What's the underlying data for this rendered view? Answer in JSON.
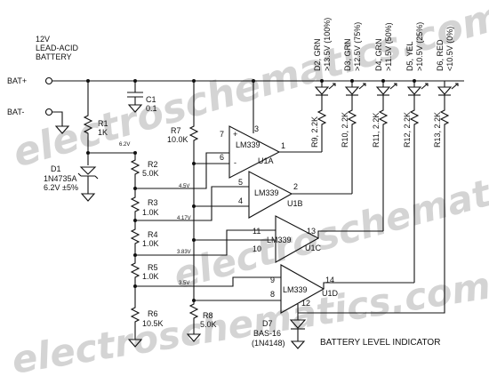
{
  "battery": {
    "line1": "12V",
    "line2": "LEAD-ACID",
    "line3": "BATTERY"
  },
  "terminals": {
    "pos": "BAT+",
    "neg": "BAT-"
  },
  "zener": {
    "ref": "D1",
    "part": "1N4735A",
    "spec": "6.2V ±5%"
  },
  "r1": {
    "ref": "R1",
    "val": "1K"
  },
  "r2": {
    "ref": "R2",
    "val": "5.0K"
  },
  "r3": {
    "ref": "R3",
    "val": "1.0K"
  },
  "r4": {
    "ref": "R4",
    "val": "1.0K"
  },
  "r5": {
    "ref": "R5",
    "val": "1.0K"
  },
  "r6": {
    "ref": "R6",
    "val": "10.5K"
  },
  "r7": {
    "ref": "R7",
    "val": "10.0K"
  },
  "r8": {
    "ref": "R8",
    "val": "5.0K"
  },
  "c1": {
    "ref": "C1",
    "val": "0.1"
  },
  "voltages": {
    "v62": "6.2V",
    "v45": "4.5V",
    "v417": "4.17V",
    "v383": "3.83V",
    "v35": "3.5V"
  },
  "opamps": [
    {
      "type": "LM339",
      "name": "U1A",
      "pin_plus": "7",
      "pin_minus": "6",
      "pin_out": "1",
      "pin_supply": "3"
    },
    {
      "type": "LM339",
      "name": "U1B",
      "pin_plus": "5",
      "pin_minus": "4",
      "pin_out": "2"
    },
    {
      "type": "LM339",
      "name": "U1C",
      "pin_plus": "11",
      "pin_minus": "10",
      "pin_out": "13"
    },
    {
      "type": "LM339",
      "name": "U1D",
      "pin_plus": "9",
      "pin_minus": "8",
      "pin_out": "14",
      "pin_gnd": "12"
    }
  ],
  "leds": [
    {
      "ref": "D2, GRN",
      "level": ">13.5V (100%)"
    },
    {
      "ref": "D3, GRN",
      "level": ">12.5V (75%)"
    },
    {
      "ref": "D4, GRN",
      "level": ">11.5V (50%)"
    },
    {
      "ref": "D5, YEL",
      "level": ">10.5V (25%)"
    },
    {
      "ref": "D6, RED",
      "level": "<10.5V (0%)"
    }
  ],
  "led_resistors": [
    "R9, 2.2K",
    "R10, 2.2K",
    "R11, 2.2K",
    "R12, 2.2K",
    "R13, 2.2K"
  ],
  "d7": {
    "ref": "D7",
    "part": "BAS-16",
    "alt": "(1N4148)"
  },
  "title": "BATTERY LEVEL INDICATOR",
  "watermarks": [
    "electroschematics.com",
    "electroschematics.com",
    "electroschematics.com"
  ],
  "colors": {
    "ink": "#111111",
    "watermark": "#9a9a9a",
    "background": "#ffffff"
  }
}
